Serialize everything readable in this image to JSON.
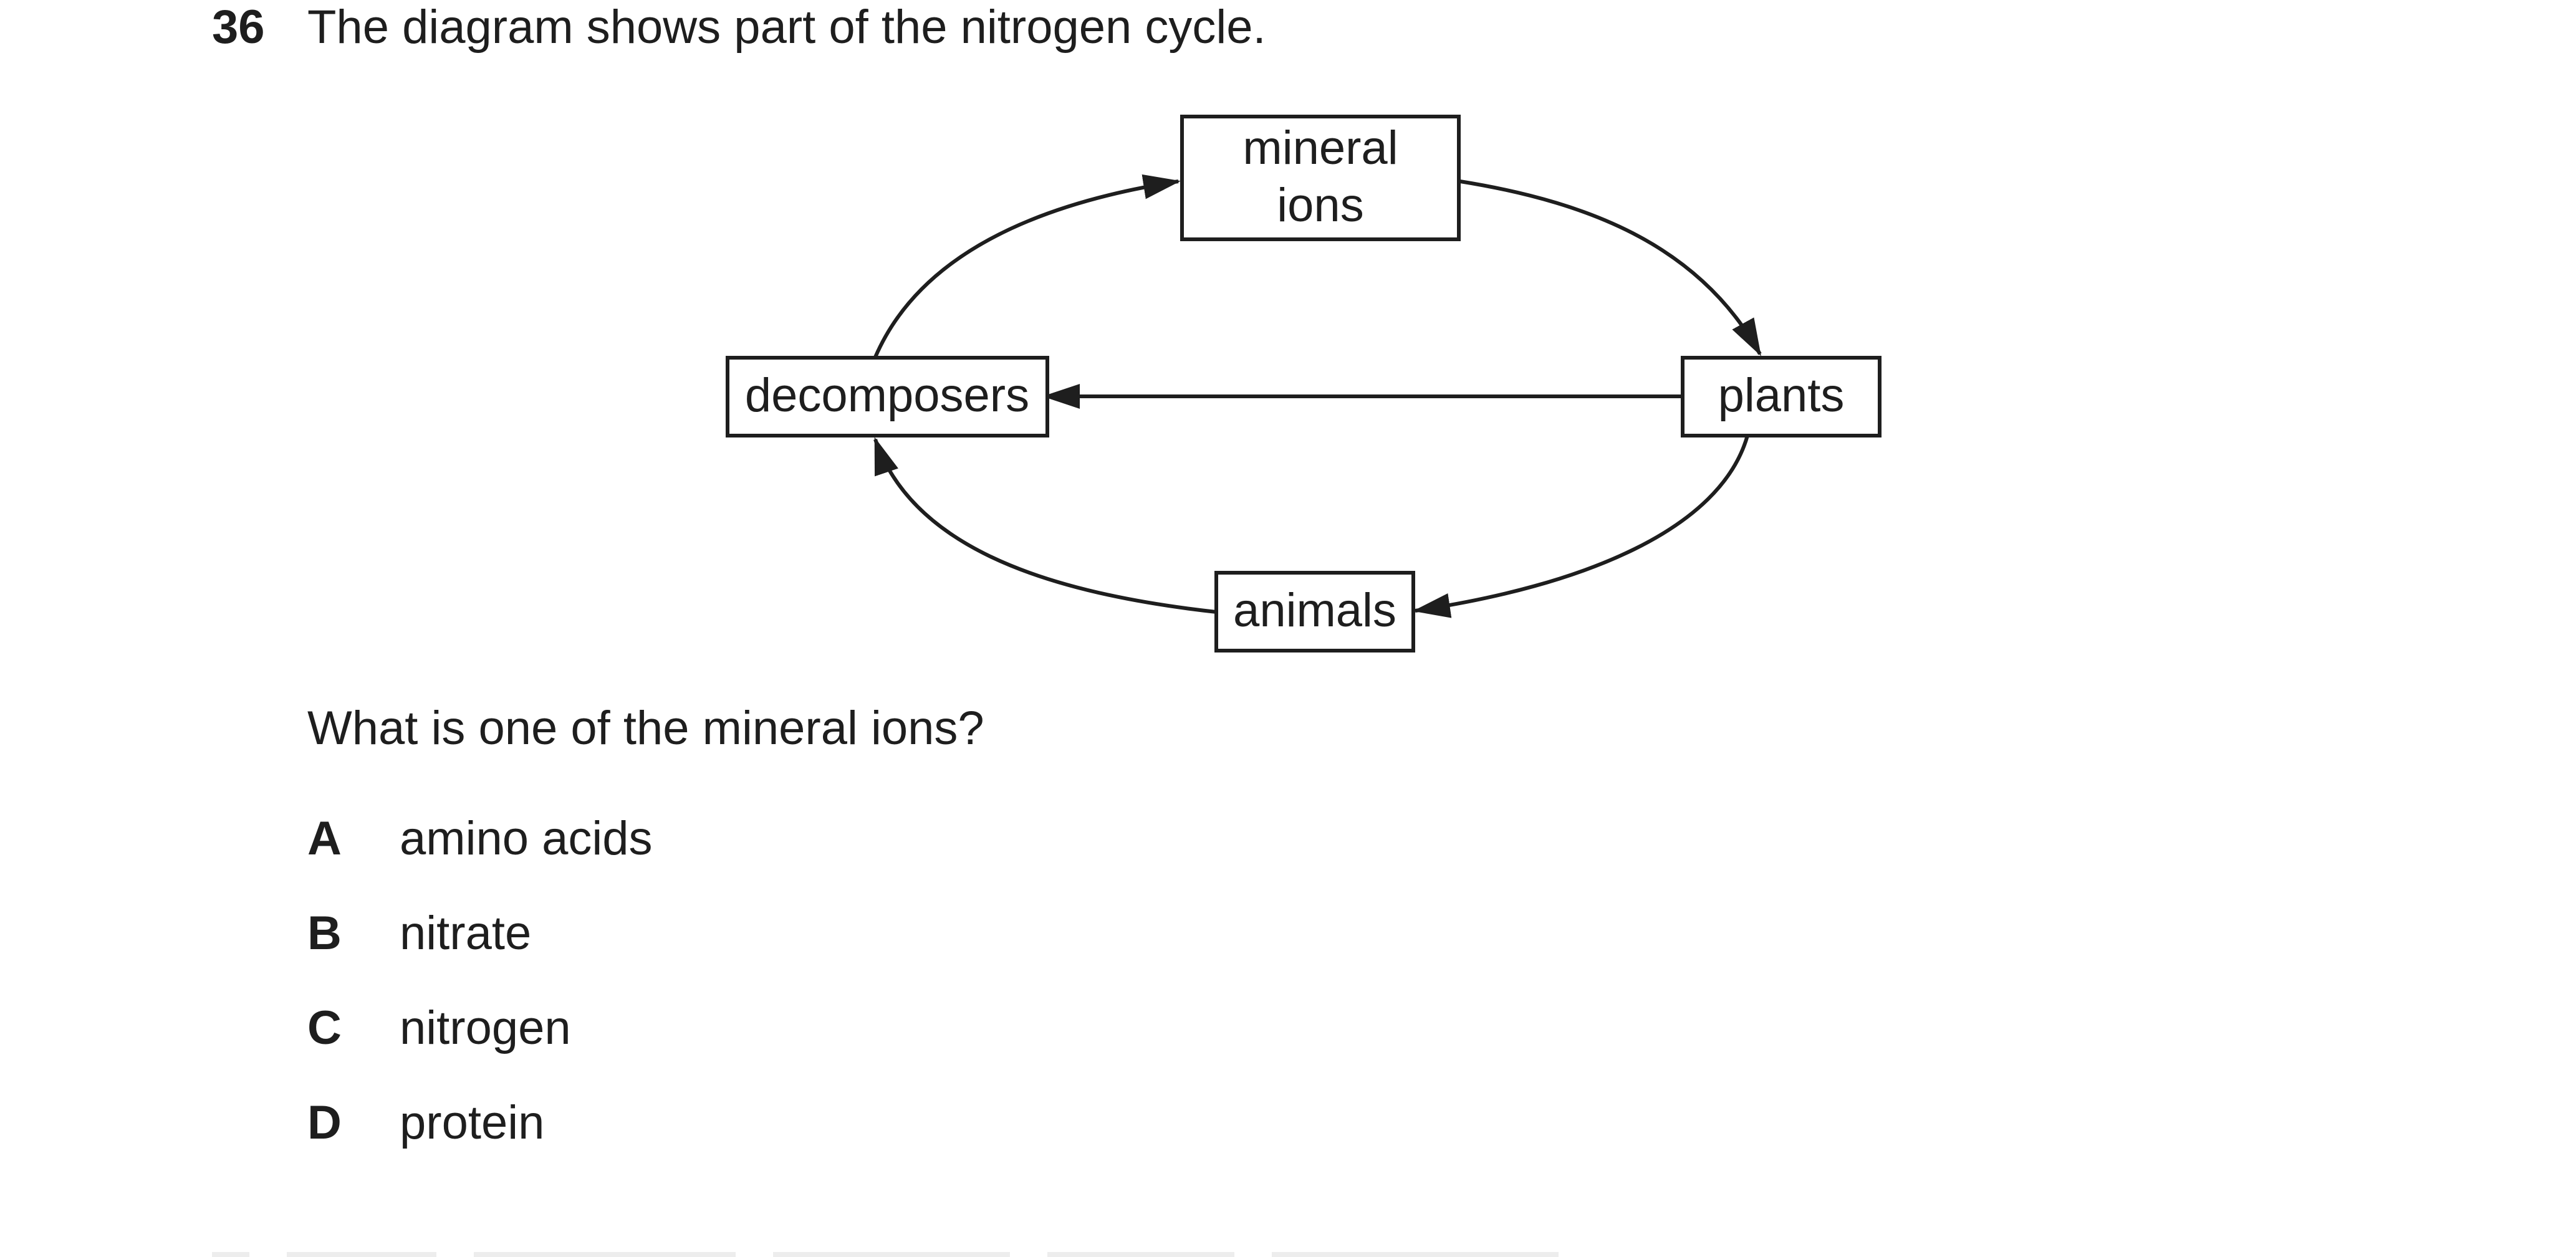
{
  "question": {
    "number": "36",
    "text": "The diagram shows part of the nitrogen cycle."
  },
  "diagram": {
    "nodes": {
      "mineral_ions": [
        "mineral",
        "ions"
      ],
      "decomposers": "decomposers",
      "plants": "plants",
      "animals": "animals"
    },
    "arrows": [
      {
        "from": "mineral ions",
        "to": "plants"
      },
      {
        "from": "plants",
        "to": "decomposers"
      },
      {
        "from": "plants",
        "to": "animals"
      },
      {
        "from": "animals",
        "to": "decomposers"
      },
      {
        "from": "decomposers",
        "to": "mineral ions"
      }
    ]
  },
  "prompt": "What is one of the mineral ions?",
  "options": [
    {
      "letter": "A",
      "text": "amino acids"
    },
    {
      "letter": "B",
      "text": "nitrate"
    },
    {
      "letter": "C",
      "text": "nitrogen"
    },
    {
      "letter": "D",
      "text": "protein"
    }
  ]
}
